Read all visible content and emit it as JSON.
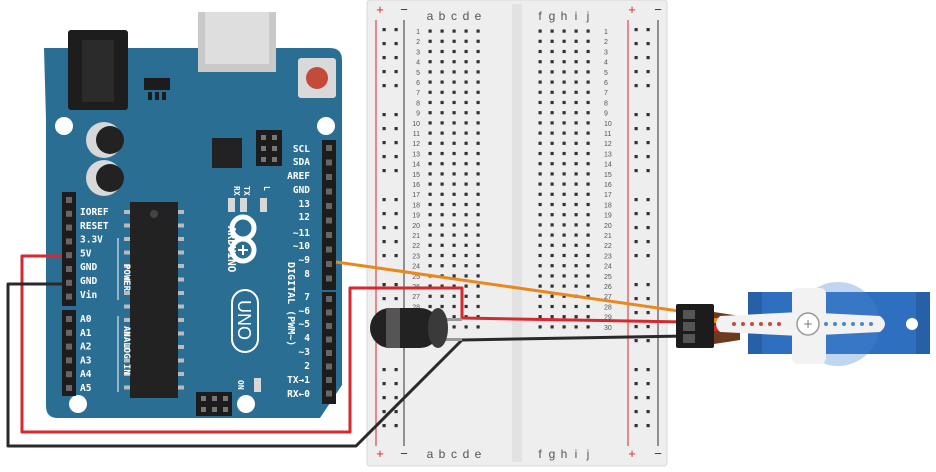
{
  "arduino": {
    "brand": "ARDUINO",
    "model": "UNO",
    "digital_label": "DIGITAL (PWM~)",
    "power_label": "POWER",
    "analog_label": "ANALOG IN",
    "on_label": "ON",
    "tx_label": "TX",
    "rx_label": "RX",
    "l_label": "L",
    "right_pins": [
      "SCL",
      "SDA",
      "AREF",
      "GND",
      "13",
      "12",
      "~11",
      "~10",
      "~9",
      "8",
      "7",
      "~6",
      "~5",
      "4",
      "~3",
      "2",
      "TX→1",
      "RX←0"
    ],
    "power_pins": [
      "IOREF",
      "RESET",
      "3.3V",
      "5V",
      "GND",
      "GND",
      "Vin"
    ],
    "analog_pins": [
      "A0",
      "A1",
      "A2",
      "A3",
      "A4",
      "A5"
    ]
  },
  "breadboard": {
    "plus": "+",
    "minus": "−",
    "left_cols": [
      "a",
      "b",
      "c",
      "d",
      "e"
    ],
    "right_cols": [
      "f",
      "g",
      "h",
      "i",
      "j"
    ],
    "rows": [
      "1",
      "2",
      "3",
      "4",
      "5",
      "6",
      "7",
      "8",
      "9",
      "10",
      "11",
      "12",
      "13",
      "14",
      "15",
      "16",
      "17",
      "18",
      "19",
      "20",
      "21",
      "22",
      "23",
      "24",
      "25",
      "26",
      "27",
      "28",
      "29",
      "30"
    ]
  },
  "colors": {
    "board": "#2b6e93",
    "board_dark": "#1f5a7a",
    "header": "#222222",
    "breadboard": "#eeeeee",
    "rail_red": "#d7282f",
    "rail_black": "#333333",
    "wire_red": "#d7282f",
    "wire_black": "#2a2a2a",
    "wire_orange": "#e8891e",
    "servo": "#2e6fbf"
  }
}
